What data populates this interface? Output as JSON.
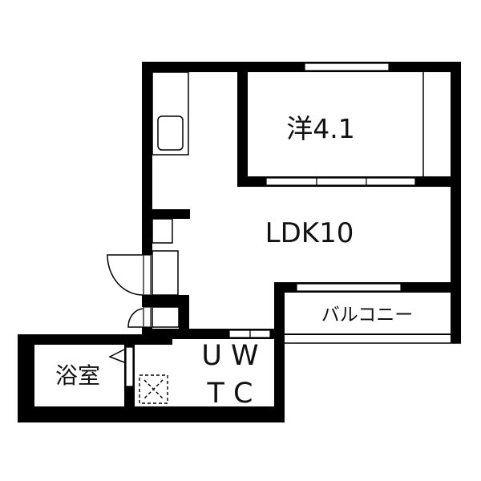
{
  "rooms": {
    "western": "洋4.1",
    "ldk": "LDK10",
    "balcony": "バルコニー",
    "bath": "浴室",
    "utility_top": "U W",
    "utility_bottom": "T C"
  },
  "colors": {
    "wall": "#000000",
    "background": "#ffffff"
  }
}
